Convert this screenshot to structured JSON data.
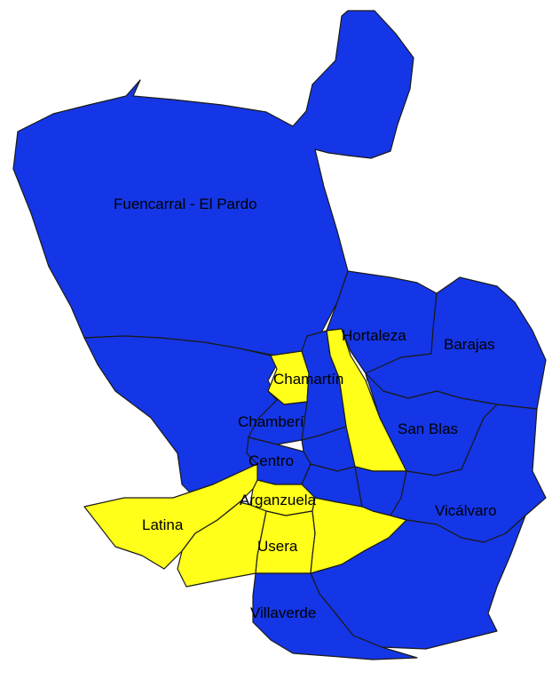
{
  "colors": {
    "blue": "#1436e6",
    "yellow": "#ffff19",
    "border": "#1a1a1a"
  },
  "districts": [
    {
      "id": "fuencarral",
      "label": "Fuencarral - El Pardo",
      "color": "blue"
    },
    {
      "id": "hortaleza",
      "label": "Hortaleza",
      "color": "blue"
    },
    {
      "id": "barajas",
      "label": "Barajas",
      "color": "blue"
    },
    {
      "id": "moncloa",
      "label": "",
      "color": "blue"
    },
    {
      "id": "chamartin",
      "label": "Chamartín",
      "color": "yellow"
    },
    {
      "id": "ciudad-lineal",
      "label": "",
      "color": "yellow"
    },
    {
      "id": "chamberi",
      "label": "Chamberí",
      "color": "blue"
    },
    {
      "id": "tetuan",
      "label": "",
      "color": "blue"
    },
    {
      "id": "salamanca",
      "label": "",
      "color": "blue"
    },
    {
      "id": "san-blas",
      "label": "San Blas",
      "color": "blue"
    },
    {
      "id": "centro",
      "label": "Centro",
      "color": "blue"
    },
    {
      "id": "retiro",
      "label": "",
      "color": "blue"
    },
    {
      "id": "moratalaz",
      "label": "",
      "color": "blue"
    },
    {
      "id": "vicalvaro",
      "label": "Vicálvaro",
      "color": "blue"
    },
    {
      "id": "arganzuela",
      "label": "Arganzuela",
      "color": "yellow"
    },
    {
      "id": "latina",
      "label": "Latina",
      "color": "yellow"
    },
    {
      "id": "carabanchel",
      "label": "",
      "color": "yellow"
    },
    {
      "id": "usera",
      "label": "Usera",
      "color": "yellow"
    },
    {
      "id": "puente-vallecas",
      "label": "",
      "color": "yellow"
    },
    {
      "id": "villa-vallecas",
      "label": "",
      "color": "blue"
    },
    {
      "id": "villaverde",
      "label": "Villaverde",
      "color": "blue"
    }
  ]
}
